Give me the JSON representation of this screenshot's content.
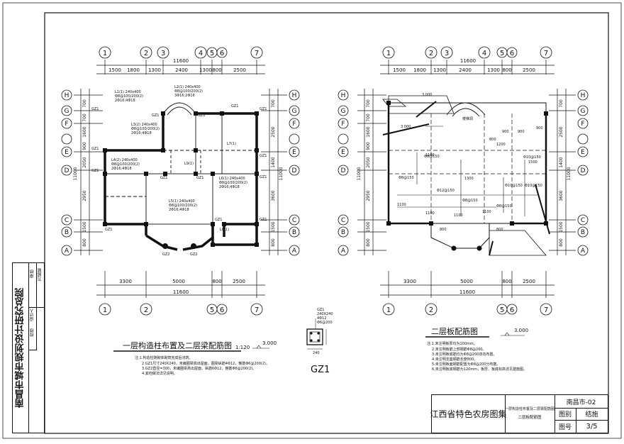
{
  "institute": "南昌市城市规划设计研究总院",
  "left_block": {
    "audit_label": "审核",
    "audit_name": "万超颖",
    "design_label": "设计人",
    "check_label": "校核"
  },
  "plan_left": {
    "title": "一层构造柱布置及二层梁配筋图",
    "scale": "1:120",
    "elevation": "3.000",
    "axes_top": [
      "1",
      "2",
      "3",
      "4",
      "5",
      "6",
      "7"
    ],
    "dims_top": [
      "1500",
      "1800",
      "1300",
      "2400",
      "1300",
      "800",
      "2500"
    ],
    "total_top": "11600",
    "dims_bottom": [
      "3300",
      "5000",
      "800",
      "2500"
    ],
    "total_bottom": "11600",
    "axes_bottom": [
      "1",
      "2",
      "5",
      "6",
      "7"
    ],
    "axes_side": [
      "H",
      "G",
      "F",
      "E",
      "D",
      "C",
      "B",
      "A"
    ],
    "dims_left": [
      "700",
      "700",
      "1600",
      "900",
      "2050",
      "2950",
      "1500",
      "800"
    ],
    "dims_right": [
      "700",
      "2500",
      "1400",
      "3600",
      "1500",
      "800"
    ],
    "total_side": "11000",
    "col_gz1": "GZ1",
    "col_gz2": "GZ2",
    "beam_l1_title": "L1(1) 240x400",
    "beam_l1_a": "Φ8@100/200(2)",
    "beam_l1_b": "2Φ16;4Φ18",
    "beam_l2_title": "L2(1) 240x400",
    "beam_l2_a": "Φ8@100/200(2)",
    "beam_l2_b": "3Φ16;2Φ16",
    "beam_l3_title": "L3(2) 240x400",
    "beam_l3_a": "Φ8@100/200(2)",
    "beam_l3_b": "2Φ16;4Φ18",
    "beam_l4_title": "L4(2) 240x400",
    "beam_l4_a": "Φ8@100/200(2)",
    "beam_l4_b": "2Φ16;4Φ18",
    "beam_l5_title": "L5(1) 240x400",
    "beam_l5_a": "Φ8@100/200(2)",
    "beam_l5_b": "2Φ16;4Φ18",
    "beam_l6_title": "L6(1) 240x400",
    "beam_l6_a": "Φ8@100/200(2)",
    "beam_l6_b": "2Φ16;4Φ18",
    "beam_l7": "L7(1)",
    "beam_l8": "L8(1)",
    "beam_l9": "L9(1)",
    "notes": [
      "注:1.构造柱随砌体砌筑完成后浇筑。",
      "2.GZ1尺寸240X240，未编圈梁高出屋面，圈梁纵筋4Φ12，箍筋Φ6@200(2)。",
      "3.GZ2直径=300，未编圈梁高出屋面，纵筋6Φ12，箍筋Φ6@200(2)。",
      "4.其他做法详见说明。"
    ]
  },
  "detail": {
    "label_gz1": "GZ1",
    "size": "240X240",
    "rebar_main": "4Φ12",
    "rebar_stirrup": "Φ6@200",
    "dim": "240",
    "caption": "GZ1"
  },
  "plan_right": {
    "title": "二层板配筋图",
    "elevation": "3.000",
    "stair_label": "楼梯洞",
    "notes": [
      "注:1.未注明板厚均为100mm。",
      "2.未注明板筋上部钢筋Φ8@200。",
      "3.未注明板底筋均为Φ8@200双向布置。",
      "4.未注明支座钢筋长度800。",
      "5.未注明板面钢筋配置为Φ8@200分布筋。",
      "6.未注明板底钢筋为120mm，板厚、板底标高详见建施图。"
    ],
    "rebar_labels": [
      "Φ8@150",
      "Φ8@150",
      "Φ10@150",
      "Φ10@150",
      "Φ12@150",
      "Φ8@150",
      "Φ8@150",
      "Φ10@150"
    ],
    "lengths": [
      "1100",
      "1100",
      "1100",
      "1100",
      "1200",
      "900",
      "900",
      "900",
      "800",
      "800",
      "800",
      "1500",
      "1100",
      "1300"
    ]
  },
  "title_block": {
    "collection": "江西省特色农房图集",
    "drawing_name_1": "一层构造柱布置及二层梁配筋图",
    "drawing_name_2": "二层板配筋图",
    "region": "南昌市-02",
    "type_label": "图别",
    "type_value": "结施",
    "number_label": "图号",
    "number_value": "3/5"
  }
}
